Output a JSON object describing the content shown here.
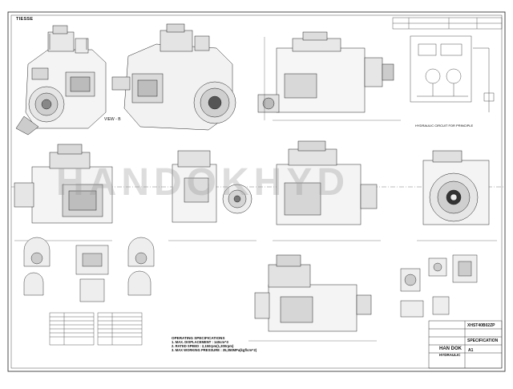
{
  "title_block": {
    "logo_text": "TIESSE",
    "company": "HAN DOK",
    "company_sub": "HYDRAULIC",
    "model_no": "XHST40B02ZP",
    "doc_title": "SPECIFICATION",
    "sheet_label": "A1"
  },
  "watermark": "HANDOKHYD",
  "views": {
    "hydraulic_circuit_caption": "HYDRAULIC CIRCUIT FOR PRINCIPLE",
    "view_label": "VIEW - B"
  },
  "operating_specs": {
    "heading": "OPERATING SPECIFICATIONS",
    "lines": [
      "1. MAX. DISPLACEMENT : 140cm^3",
      "2. RATED SPEED : 2,150rpm(1,300rpm)",
      "3. MAX WORKING PRESSURE : 35,350MPa(kgf/cm^2)"
    ]
  }
}
